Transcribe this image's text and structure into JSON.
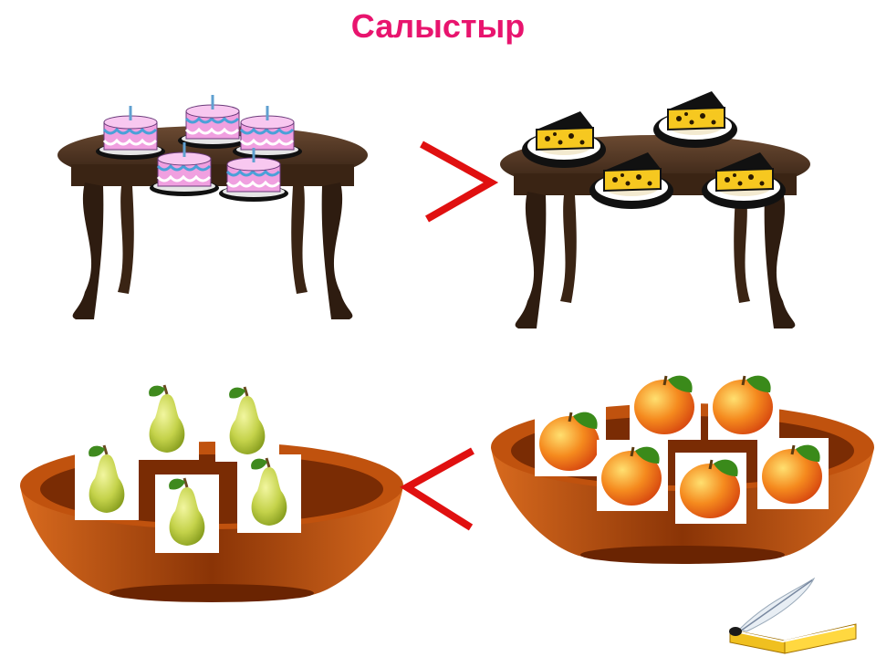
{
  "title": "Салыстыр",
  "comparisons": [
    {
      "left_group": "cakes",
      "left_count": 5,
      "symbol": ">",
      "right_group": "cheese",
      "right_count": 4
    },
    {
      "left_group": "pears",
      "left_count": 5,
      "symbol": "<",
      "right_group": "apples",
      "right_count": 6
    }
  ],
  "colors": {
    "title": "#e8146e",
    "sign": "#e01010",
    "table": "#4a3020",
    "bowl": "#b34a0c",
    "pear": "#bcd048",
    "apple": "#f07818",
    "cake": "#f0a0e0",
    "cheese": "#f6c820"
  },
  "icons": [
    "cake-icon",
    "cheese-icon",
    "pear-icon",
    "apple-icon",
    "quill-icon",
    "book-icon"
  ]
}
